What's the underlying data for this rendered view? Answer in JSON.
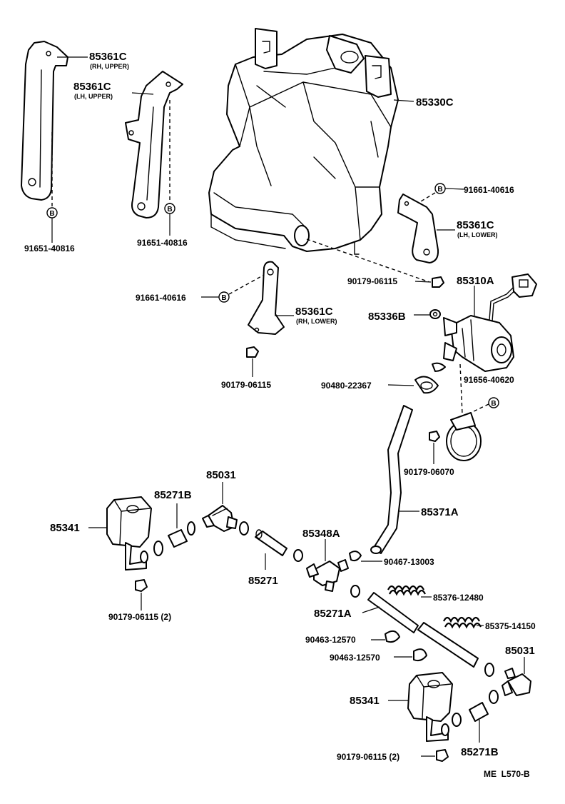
{
  "diagram_code": "ME  L570-B",
  "bolt_marker": "B",
  "labels": {
    "bracket_rh_upper": {
      "part": "85361C",
      "sub": "(RH, UPPER)"
    },
    "bracket_lh_upper": {
      "part": "85361C",
      "sub": "(LH, UPPER)"
    },
    "bracket_lh_lower": {
      "part": "85361C",
      "sub": "(LH, LOWER)"
    },
    "bracket_rh_lower": {
      "part": "85361C",
      "sub": "(RH, LOWER)"
    },
    "tank": "85330C",
    "bolt_rh_upper": "91651-40816",
    "bolt_lh_upper": "91651-40816",
    "bolt_lh_lower": "91661-40616",
    "bolt_rh_lower": "91661-40616",
    "nut_tank": "90179-06115",
    "nut_rh_lower": "90179-06115",
    "pump": "85310A",
    "grommet": "85336B",
    "grommet_2": "90480-22367",
    "pump_band_bolt": "91656-40620",
    "nut_band": "90179-06070",
    "hose_main": "85371A",
    "clip_main": "90467-13003",
    "joint_top": "85031",
    "hose_short_top": "85271B",
    "nozzle_left": "85341",
    "nut_nozzle_left": "90179-06115 (2)",
    "hose_mid": "85271",
    "tee_joint": "85348A",
    "spring_1": "85376-12480",
    "hose_long": "85271A",
    "spring_2": "85375-14150",
    "clamp_1": "90463-12570",
    "clamp_2": "90463-12570",
    "joint_bottom": "85031",
    "nozzle_right": "85341",
    "hose_short_bottom": "85271B",
    "nut_nozzle_right": "90179-06115 (2)"
  }
}
